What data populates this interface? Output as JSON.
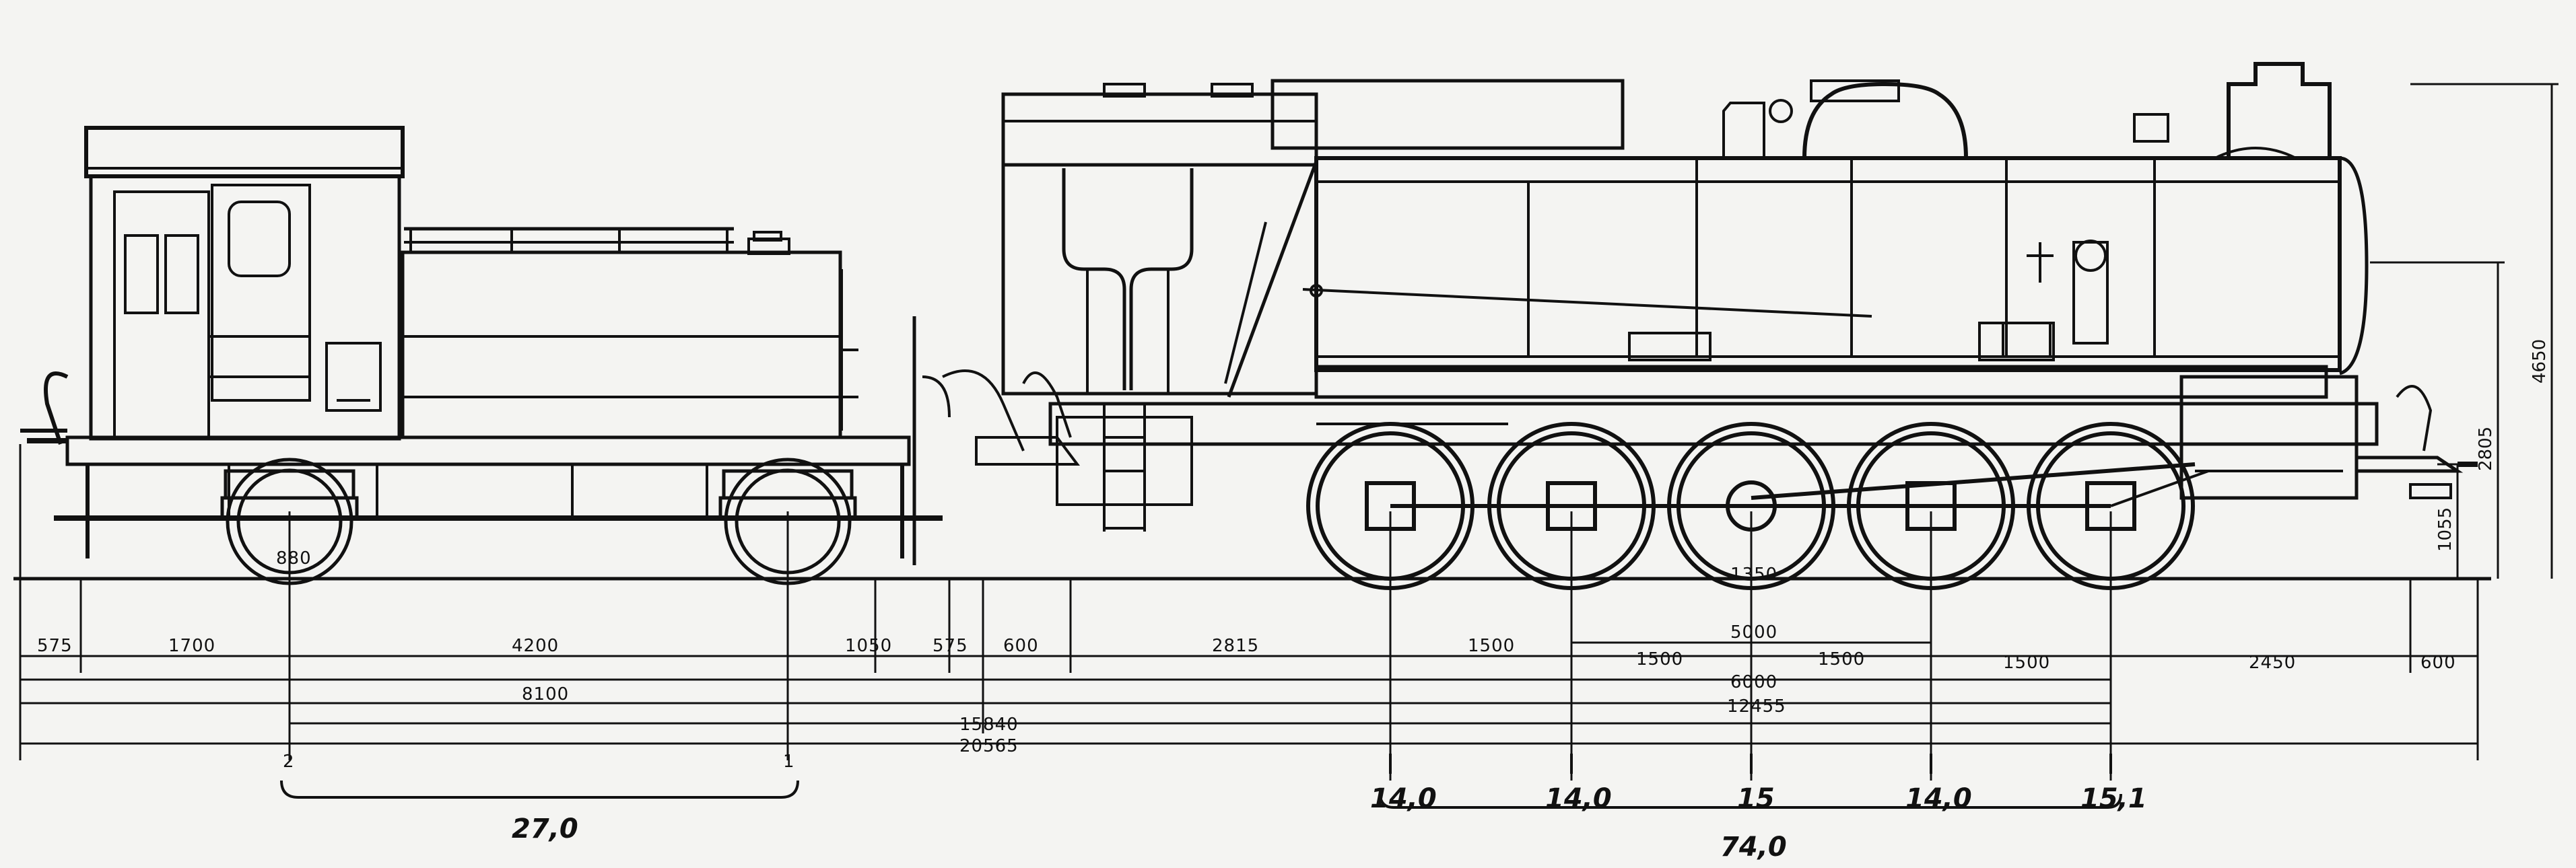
{
  "drawing": {
    "wheel_dim_tender": "880",
    "wheel_dim_loco": "1350",
    "heights": {
      "total": "4650",
      "boiler_axis": "2805",
      "buffer": "1055"
    },
    "row1": [
      "575",
      "1700",
      "4200",
      "1050",
      "575",
      "600",
      "2815",
      "1500",
      "1500",
      "1500",
      "1500",
      "2450",
      "600"
    ],
    "row_frame": "5000",
    "row2": {
      "tender_frame": "8100",
      "rigid_wheelbase": "6000"
    },
    "row3": {
      "loco_wheelbase": "12455"
    },
    "row4": {
      "total_wheelbase": "15840"
    },
    "row5": {
      "total_length": "20565"
    },
    "tender_axle_labels": [
      "2",
      "1"
    ],
    "axle_loads": [
      "14,0",
      "14,0",
      "15",
      "14,0",
      "15,1"
    ],
    "total_load_tender": "27,0",
    "total_load_loco": "74,0"
  }
}
